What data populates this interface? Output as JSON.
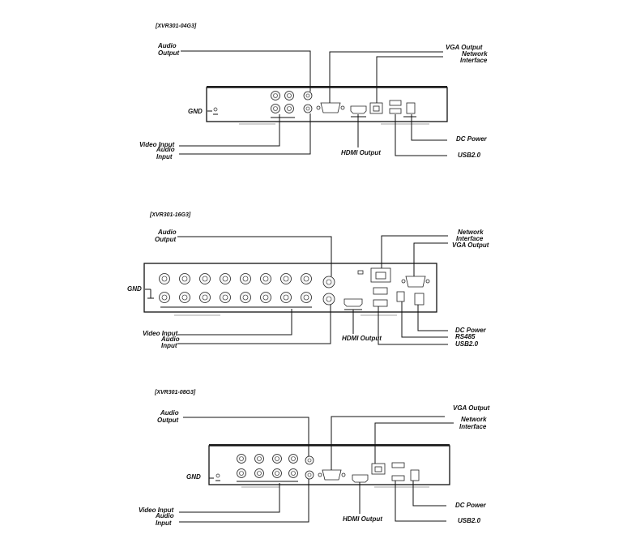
{
  "panels": [
    {
      "model": "[XVR301-04G3]",
      "labels": {
        "gnd": "GND",
        "audio_output": [
          "Audio",
          "Output"
        ],
        "video_input": "Video Input",
        "audio_input": [
          "Audio",
          "Input"
        ],
        "vga_output": "VGA Output",
        "network_interface": [
          "Network",
          "Interface"
        ],
        "dc_power": "DC Power",
        "usb": "USB2.0",
        "hdmi_output": "HDMI Output"
      },
      "bnc_count": 4
    },
    {
      "model": "[XVR301-16G3]",
      "labels": {
        "gnd": "GND",
        "audio_output": [
          "Audio",
          "Output"
        ],
        "video_input": "Video Input",
        "audio_input": [
          "Audio",
          "Input"
        ],
        "network_interface": [
          "Network",
          "Interface"
        ],
        "vga_output": "VGA Output",
        "dc_power": "DC Power",
        "rs485": "RS485",
        "usb": "USB2.0",
        "hdmi_output": "HDMI Output"
      },
      "bnc_count": 16
    },
    {
      "model": "[XVR301-08G3]",
      "labels": {
        "gnd": "GND",
        "audio_output": [
          "Audio",
          "Output"
        ],
        "video_input": "Video Input",
        "audio_input": [
          "Audio",
          "Input"
        ],
        "vga_output": "VGA Output",
        "network_interface": [
          "Network",
          "Interface"
        ],
        "dc_power": "DC Power",
        "usb": "USB2.0",
        "hdmi_output": "HDMI Output"
      },
      "bnc_count": 8
    }
  ]
}
